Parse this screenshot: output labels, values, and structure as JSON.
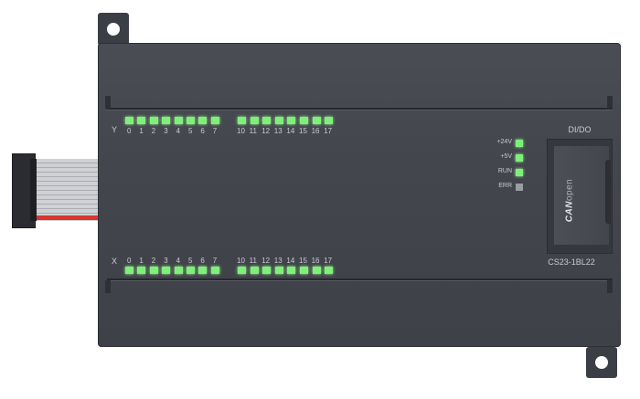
{
  "device": {
    "type_label": "DI/DO",
    "model": "CS23-1BL22",
    "card_brand_strong": "CAN",
    "card_brand_light": "open"
  },
  "top_row": {
    "letter": "Y",
    "group1": [
      "0",
      "1",
      "2",
      "3",
      "4",
      "5",
      "6",
      "7"
    ],
    "group2": [
      "10",
      "11",
      "12",
      "13",
      "14",
      "15",
      "16",
      "17"
    ]
  },
  "bottom_row": {
    "letter": "X",
    "group1": [
      "0",
      "1",
      "2",
      "3",
      "4",
      "5",
      "6",
      "7"
    ],
    "group2": [
      "10",
      "11",
      "12",
      "13",
      "14",
      "15",
      "16",
      "17"
    ]
  },
  "status": [
    {
      "label": "+24V",
      "on": true
    },
    {
      "label": "+5V",
      "on": true
    },
    {
      "label": "RUN",
      "on": true
    },
    {
      "label": "ERR",
      "on": false
    }
  ],
  "colors": {
    "led_on": "#7ef07a",
    "led_off": "#9a9da3",
    "housing": "#43464d",
    "cable_stripe": "#d9352f"
  }
}
